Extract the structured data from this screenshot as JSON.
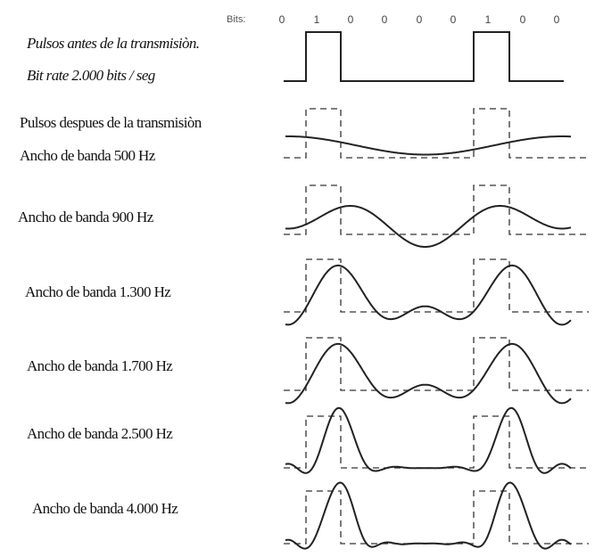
{
  "header": {
    "bits_label": "Bits:",
    "bits": [
      "0",
      "1",
      "0",
      "0",
      "0",
      "0",
      "1",
      "0",
      "0"
    ]
  },
  "labels": {
    "before_title": "Pulsos antes de la transmisiòn.",
    "bitrate": "Bit rate   2.000 bits / seg",
    "after_title": "Pulsos despues de la transmisiòn"
  },
  "rows": [
    {
      "label": "Ancho  de banda  500 Hz",
      "bandwidth_hz": 500,
      "harmonics": 1
    },
    {
      "label": "Ancho de banda 900 Hz",
      "bandwidth_hz": 900,
      "harmonics": 2
    },
    {
      "label": "Ancho de banda  1.300 Hz",
      "bandwidth_hz": 1300,
      "harmonics": 3
    },
    {
      "label": "Ancho de banda 1.700 Hz",
      "bandwidth_hz": 1700,
      "harmonics": 4
    },
    {
      "label": "Ancho de banda 2.500  Hz",
      "bandwidth_hz": 2500,
      "harmonics": 6
    },
    {
      "label": "Ancho de banda 4.000 Hz",
      "bandwidth_hz": 4000,
      "harmonics": 9
    }
  ],
  "colors": {
    "ink": "#222222",
    "dashed": "#333333"
  }
}
